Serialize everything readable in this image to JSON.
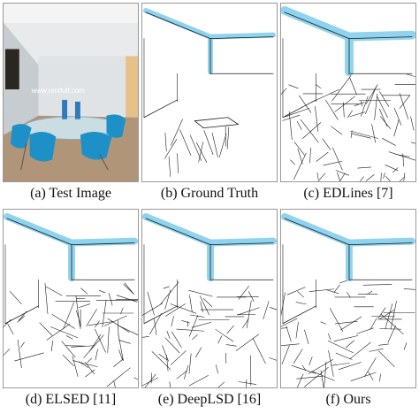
{
  "figure": {
    "panels": [
      {
        "caption": "(a) Test Image",
        "kind": "photo",
        "watermark": "www.rentfuff.com"
      },
      {
        "caption": "(b) Ground Truth",
        "kind": "gt"
      },
      {
        "caption": "(c) EDLines [7]",
        "kind": "edlines"
      },
      {
        "caption": "(d) ELSED [11]",
        "kind": "elsed"
      },
      {
        "caption": "(e) DeepLSD [16]",
        "kind": "deeplsd"
      },
      {
        "caption": "(f) Ours",
        "kind": "ours"
      }
    ],
    "colors": {
      "highlight": "#8fd3ee",
      "line": "#1a1a1a",
      "chair": "#1e90c8",
      "wall": "#d9dde0",
      "floor": "#b09578"
    }
  }
}
